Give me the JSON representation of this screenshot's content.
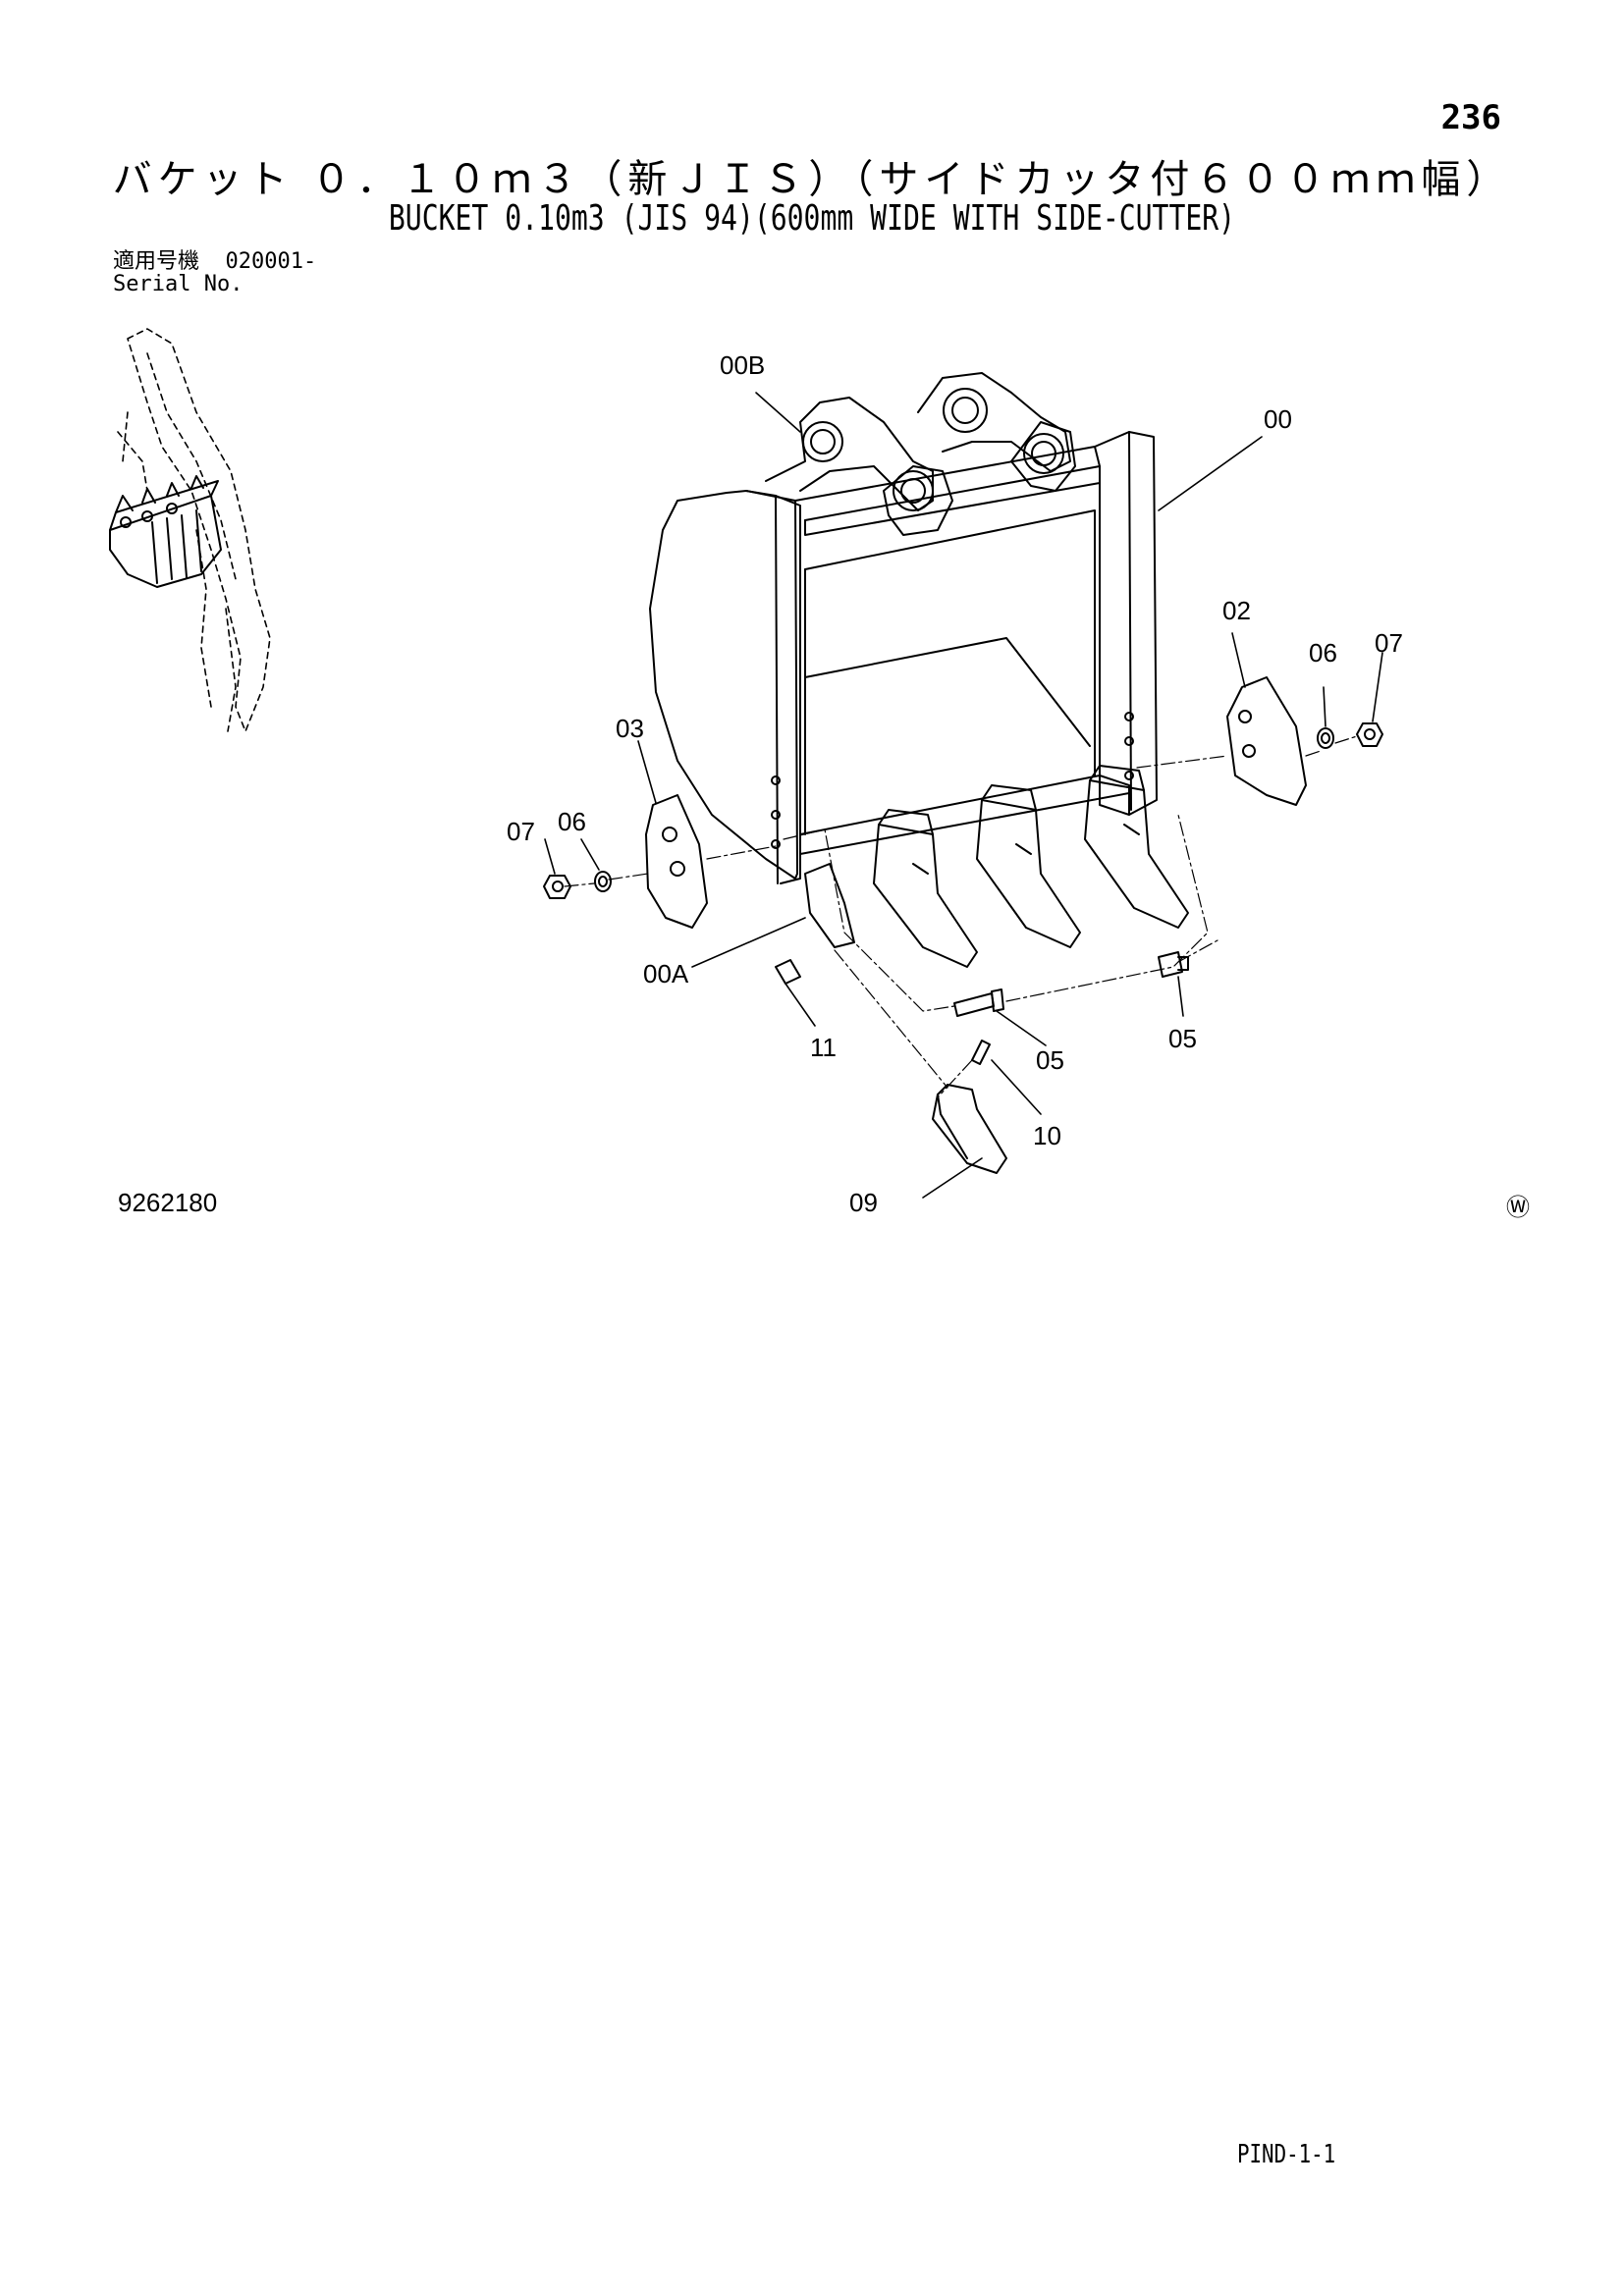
{
  "page": {
    "number": "236",
    "title_jp": "バケット ０．１０ｍ３（新ＪＩＳ）（サイドカッタ付６００ｍｍ幅）",
    "title_en": "BUCKET 0.10m3 (JIS 94)(600mm WIDE WITH SIDE-CUTTER)",
    "serial_label_jp": "適用号機",
    "serial_value": "020001-",
    "serial_label_en": "Serial No.",
    "drawing_number": "9262180",
    "maker_mark": "Ⓦ",
    "page_code": "PIND-1-1"
  },
  "callouts": {
    "c00B": "00B",
    "c00": "00",
    "c02": "02",
    "c06_right": "06",
    "c07_right": "07",
    "c03": "03",
    "c07_left": "07",
    "c06_left": "06",
    "c00A": "00A",
    "c11": "11",
    "c05_mid": "05",
    "c05_right": "05",
    "c10": "10",
    "c09": "09"
  }
}
